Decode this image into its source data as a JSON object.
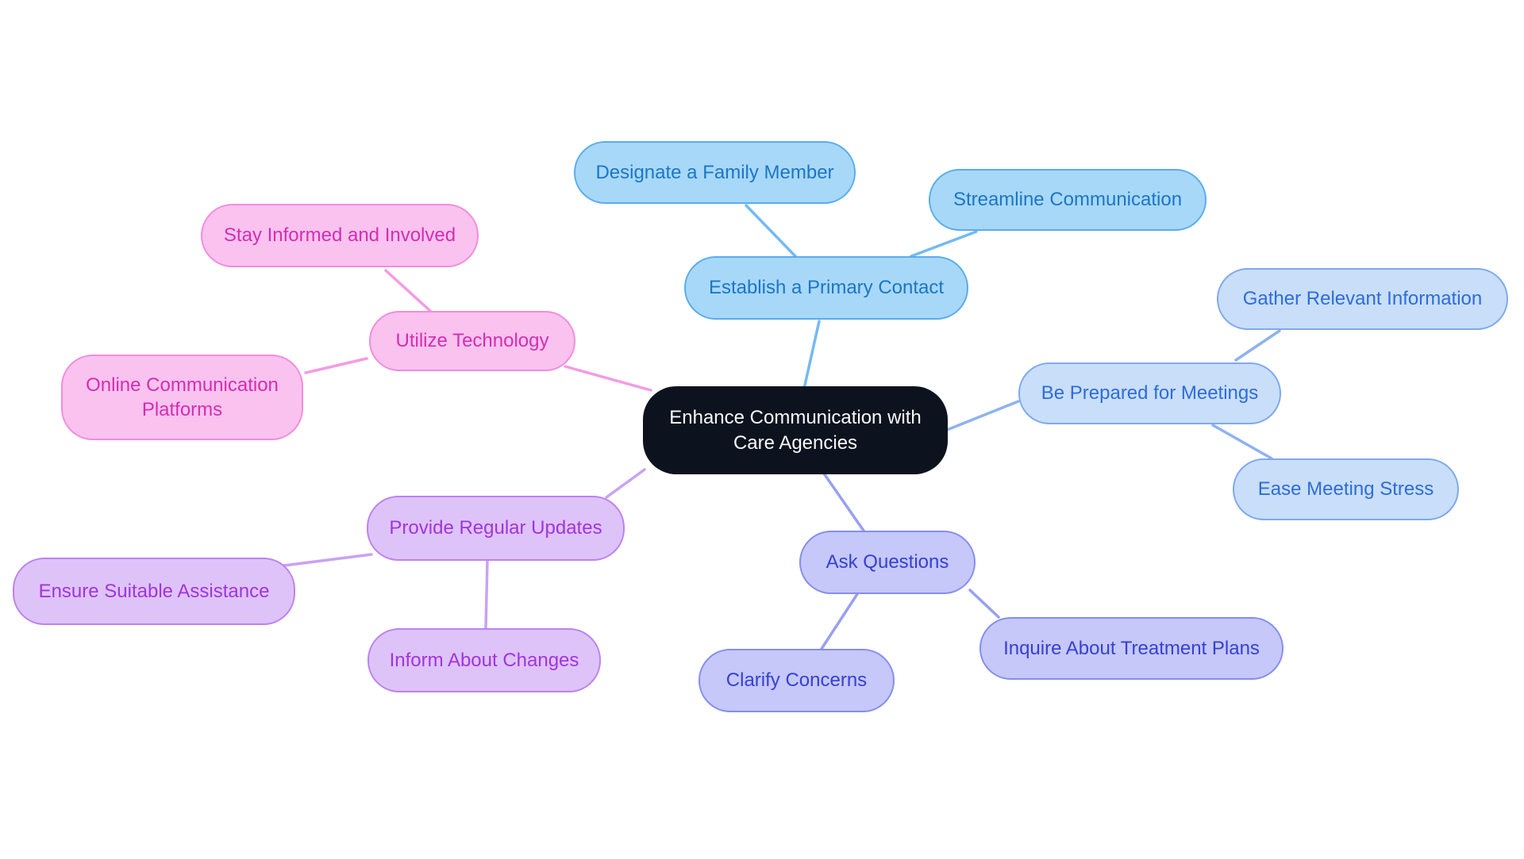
{
  "page": {
    "background": "#ffffff"
  },
  "mindmap": {
    "root": {
      "label": "Enhance Communication with Care Agencies",
      "fill": "#0d131e",
      "text_color": "#f8f9fa"
    },
    "branches": [
      {
        "label": "Establish a Primary Contact",
        "fill": "#a8d8f8",
        "border": "#58adee",
        "text_color": "#1b76c6",
        "line_color": "#74baf2",
        "children": [
          {
            "label": "Designate a Family Member"
          },
          {
            "label": "Streamline Communication"
          }
        ]
      },
      {
        "label": "Be Prepared for Meetings",
        "fill": "#c9def9",
        "border": "#7ea9ec",
        "text_color": "#2d6cd9",
        "line_color": "#8fb2ef",
        "children": [
          {
            "label": "Gather Relevant Information"
          },
          {
            "label": "Ease Meeting Stress"
          }
        ]
      },
      {
        "label": "Ask Questions",
        "fill": "#c5c8f9",
        "border": "#868dee",
        "text_color": "#3640d4",
        "line_color": "#99a0f2",
        "children": [
          {
            "label": "Clarify Concerns"
          },
          {
            "label": "Inquire About Treatment Plans"
          }
        ]
      },
      {
        "label": "Provide Regular Updates",
        "fill": "#dec3f9",
        "border": "#bc82ee",
        "text_color": "#a134de",
        "line_color": "#c9a2f4",
        "children": [
          {
            "label": "Ensure Suitable Assistance"
          },
          {
            "label": "Inform About Changes"
          }
        ]
      },
      {
        "label": "Utilize Technology",
        "fill": "#fac2ef",
        "border": "#f28cde",
        "text_color": "#d32eb2",
        "line_color": "#f49be3",
        "children": [
          {
            "label": "Stay Informed and Involved"
          },
          {
            "label": "Online Communication Platforms"
          }
        ]
      }
    ]
  }
}
